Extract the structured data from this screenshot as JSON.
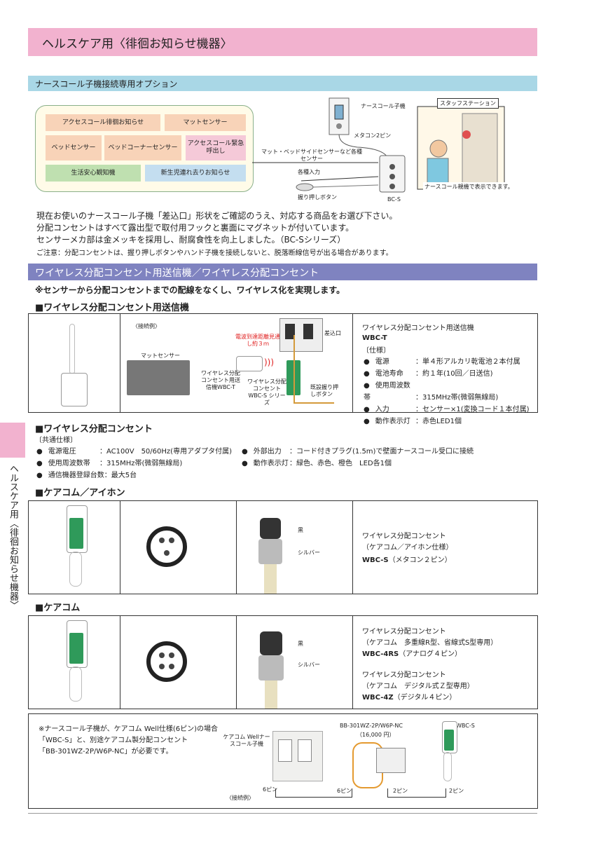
{
  "title": "ヘルスケア用〈徘徊お知らせ機器〉",
  "sidebar_tab": "ヘルスケア用〈徘徊お知らせ機器〉",
  "section1": {
    "heading": "ナースコール子機接続専用オプション",
    "sensors": [
      "アクセスコール徘徊お知らせ",
      "マットセンサー",
      "ベッドセンサー",
      "ベッドコーナーセンサー",
      "アクセスコール緊急呼出し",
      "生活安心観知機",
      "新生児連れ去りお知らせ"
    ],
    "labels": {
      "nurse_call": "ナースコール子機",
      "metacon": "メタコン2ピン",
      "mat_bed": "マット・ベッドサイドセンサーなど各種センサー",
      "kakushu": "各種入力",
      "push_button": "握り押しボタン",
      "bcs": "BC-S",
      "staff_station": "スタッフステーション",
      "display_note": "ナースコール親機で表示できます。"
    },
    "paragraphs": [
      "現在お使いのナースコール子機「差込口」形状をご確認のうえ、対応する商品をお選び下さい。",
      "分配コンセントはすべて露出型で取付用フックと裏面にマグネットが付いています。",
      "センサーメカ部は金メッキを採用し、耐腐食性を向上しました。（BC-Sシリーズ）"
    ],
    "note": "ご注意：分配コンセントは、握り押しボタンやハンド子機を接続しないと、脱落断線信号が出る場合があります。"
  },
  "section2": {
    "heading": "ワイヤレス分配コンセント用送信機／ワイヤレス分配コンセント",
    "subnote": "※センサーから分配コンセントまでの配線をなくし、ワイヤレス化を実現します。",
    "sub1": "■ワイヤレス分配コンセント用送信機",
    "example_label": "〈接続例〉",
    "diagram": {
      "mat_sensor": "マットセンサー",
      "transmitter": "ワイヤレス分配コンセント用送信機WBC-T",
      "distance": "電波到達距離見通し約３ｍ",
      "receiver": "ワイヤレス分配コンセントWBC-S シリーズ",
      "existing_button": "既設握り押しボタン",
      "sashikomi": "差込口"
    },
    "product_name": "ワイヤレス分配コンセント用送信機",
    "model": "WBC-T",
    "spec_label": "〔仕様〕",
    "specs": [
      {
        "k": "電源",
        "v": "：単４形アルカリ乾電池２本付属"
      },
      {
        "k": "電池寿命",
        "v": "：約１年(10回／日送信)"
      },
      {
        "k": "使用周波数帯",
        "v": "：315MHz帯(微弱無線局)"
      },
      {
        "k": "入力",
        "v": "：センサー×1(変換コード１本付属)"
      },
      {
        "k": "動作表示灯",
        "v": "：赤色LED1個"
      }
    ]
  },
  "section3": {
    "sub": "■ワイヤレス分配コンセント",
    "common_label": "〔共通仕様〕",
    "specs_left": [
      {
        "k": "電源電圧",
        "v": "：AC100V　50/60Hz(専用アダプタ付属)"
      },
      {
        "k": "使用周波数帯",
        "v": "：315MHz帯(微弱無線局)"
      },
      {
        "k": "通信機器登録台数",
        "v": "：最大5台"
      }
    ],
    "specs_right": [
      {
        "k": "外部出力",
        "v": "：コード付きプラグ(1.5m)で壁面ナースコール受口に接続"
      },
      {
        "k": "動作表示灯",
        "v": "：緑色、赤色、橙色　LED各1個"
      }
    ]
  },
  "section4": {
    "sub": "■ケアコム／アイホン",
    "black": "黒",
    "silver": "シルバー",
    "name": "ワイヤレス分配コンセント",
    "spec": "（ケアコム／アイホン仕様）",
    "model": "WBC-S",
    "model_note": "（メタコン２ピン）"
  },
  "section5": {
    "sub": "■ケアコム",
    "black": "黒",
    "silver": "シルバー",
    "name1": "ワイヤレス分配コンセント",
    "spec1": "（ケアコム　多重線R型、省線式S型専用）",
    "model1": "WBC-4RS",
    "model1_note": "（アナログ４ピン）",
    "name2": "ワイヤレス分配コンセント",
    "spec2": "（ケアコム　デジタル式Ｚ型専用）",
    "model2": "WBC-4Z",
    "model2_note": "（デジタル４ピン）"
  },
  "section6": {
    "note_lines": [
      "※ナースコール子機が、ケアコム Well仕様(6ピン)の場合",
      "「WBC-S」と、別途ケアコム製分配コンセント",
      "「BB-301WZ-2P/W6P-NC」が必要です。"
    ],
    "well_label": "ケアコム Wellナースコール子機",
    "bb_model": "BB-301WZ-2P/W6P-NC",
    "bb_price": "（16,000 円）",
    "wbcs": "WBC-S",
    "pin6a": "6ピン",
    "pin6b": "6ピン",
    "pin2a": "2ピン",
    "pin2b": "2ピン",
    "example": "〈接続例〉"
  }
}
